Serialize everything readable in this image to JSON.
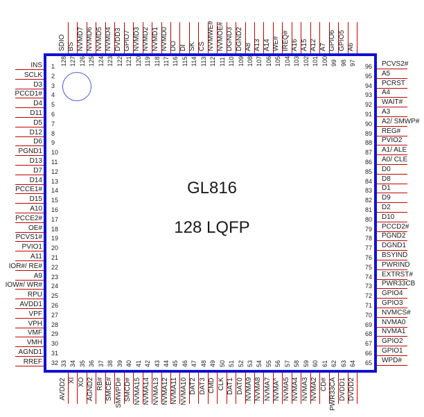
{
  "chip": {
    "name": "GL816",
    "package": "128 LQFP",
    "border_color": "#1010d0",
    "pin_line_color": "#c00000"
  },
  "pins": {
    "left": [
      {
        "n": "1",
        "label": "INS"
      },
      {
        "n": "2",
        "label": "SCLK"
      },
      {
        "n": "3",
        "label": "D3"
      },
      {
        "n": "4",
        "label": "PCCD1#"
      },
      {
        "n": "5",
        "label": "D4"
      },
      {
        "n": "6",
        "label": "D11"
      },
      {
        "n": "7",
        "label": "D5"
      },
      {
        "n": "8",
        "label": "D12"
      },
      {
        "n": "9",
        "label": "D6"
      },
      {
        "n": "10",
        "label": "PGND1"
      },
      {
        "n": "11",
        "label": "D13"
      },
      {
        "n": "12",
        "label": "D7"
      },
      {
        "n": "13",
        "label": "D14"
      },
      {
        "n": "14",
        "label": "PCCE1#"
      },
      {
        "n": "15",
        "label": "D15"
      },
      {
        "n": "16",
        "label": "A10"
      },
      {
        "n": "17",
        "label": "PCCE2#"
      },
      {
        "n": "18",
        "label": "OE#"
      },
      {
        "n": "19",
        "label": "PCVS1#"
      },
      {
        "n": "20",
        "label": "PVIO1"
      },
      {
        "n": "21",
        "label": "A11"
      },
      {
        "n": "22",
        "label": "IOR#/ RE#"
      },
      {
        "n": "23",
        "label": "A9"
      },
      {
        "n": "24",
        "label": "IOW#/ WR#"
      },
      {
        "n": "25",
        "label": "RPU"
      },
      {
        "n": "26",
        "label": "AVDD1"
      },
      {
        "n": "27",
        "label": "VPF"
      },
      {
        "n": "28",
        "label": "VPH"
      },
      {
        "n": "29",
        "label": "VMF"
      },
      {
        "n": "30",
        "label": "VMH"
      },
      {
        "n": "31",
        "label": "AGND1"
      },
      {
        "n": "32",
        "label": "RREF"
      }
    ],
    "bottom": [
      {
        "n": "33",
        "label": "AVDD2"
      },
      {
        "n": "34",
        "label": "XI"
      },
      {
        "n": "35",
        "label": "XO"
      },
      {
        "n": "36",
        "label": "AGND2"
      },
      {
        "n": "37",
        "label": "RB#"
      },
      {
        "n": "38",
        "label": "SMCE#"
      },
      {
        "n": "39",
        "label": "SMWPD#"
      },
      {
        "n": "40",
        "label": "SMCD#"
      },
      {
        "n": "41",
        "label": "NVMA15"
      },
      {
        "n": "42",
        "label": "NVMA14"
      },
      {
        "n": "43",
        "label": "NVMA13"
      },
      {
        "n": "44",
        "label": "NVMA12"
      },
      {
        "n": "45",
        "label": "NVMA11"
      },
      {
        "n": "46",
        "label": "NVMA10"
      },
      {
        "n": "47",
        "label": "DAT2"
      },
      {
        "n": "48",
        "label": "DAT3"
      },
      {
        "n": "49",
        "label": "CMD"
      },
      {
        "n": "50",
        "label": "CLK"
      },
      {
        "n": "51",
        "label": "DAT1"
      },
      {
        "n": "52",
        "label": "DAT0"
      },
      {
        "n": "53",
        "label": "NVMA9"
      },
      {
        "n": "54",
        "label": "NVMA8"
      },
      {
        "n": "55",
        "label": "NVMA7"
      },
      {
        "n": "56",
        "label": "NVMA^"
      },
      {
        "n": "57",
        "label": "NVMA5"
      },
      {
        "n": "58",
        "label": "NVMA4"
      },
      {
        "n": "59",
        "label": "NVMA3"
      },
      {
        "n": "60",
        "label": "NVMA2"
      },
      {
        "n": "61",
        "label": "CD#"
      },
      {
        "n": "62",
        "label": "PWR33CA"
      },
      {
        "n": "63",
        "label": "DVDD1"
      },
      {
        "n": "64",
        "label": "DVDD2"
      }
    ],
    "right": [
      {
        "n": "96",
        "label": "PCVS2#"
      },
      {
        "n": "95",
        "label": "A5"
      },
      {
        "n": "94",
        "label": "PCRST"
      },
      {
        "n": "93",
        "label": "A4"
      },
      {
        "n": "92",
        "label": "WAIT#"
      },
      {
        "n": "91",
        "label": "A3"
      },
      {
        "n": "90",
        "label": "A2/ SMWP#"
      },
      {
        "n": "89",
        "label": "REG#"
      },
      {
        "n": "88",
        "label": "PVIO2"
      },
      {
        "n": "87",
        "label": "A1/ ALE"
      },
      {
        "n": "86",
        "label": "A0/ CLE"
      },
      {
        "n": "85",
        "label": "D0"
      },
      {
        "n": "84",
        "label": "D8"
      },
      {
        "n": "83",
        "label": "D1"
      },
      {
        "n": "82",
        "label": "D9"
      },
      {
        "n": "81",
        "label": "D2"
      },
      {
        "n": "80",
        "label": "D10"
      },
      {
        "n": "79",
        "label": "PCCD2#"
      },
      {
        "n": "78",
        "label": "PGND2"
      },
      {
        "n": "77",
        "label": "DGND1"
      },
      {
        "n": "76",
        "label": "BSYIND"
      },
      {
        "n": "75",
        "label": "PWRIND"
      },
      {
        "n": "74",
        "label": "EXTRST#"
      },
      {
        "n": "73",
        "label": "PWR33CB"
      },
      {
        "n": "72",
        "label": "GPIO4"
      },
      {
        "n": "71",
        "label": "GPIO3"
      },
      {
        "n": "70",
        "label": "NVMCS#"
      },
      {
        "n": "69",
        "label": "NVMA0"
      },
      {
        "n": "68",
        "label": "NVMA1"
      },
      {
        "n": "67",
        "label": "GPIO2"
      },
      {
        "n": "66",
        "label": "GPIO1"
      },
      {
        "n": "65",
        "label": "WPD#"
      }
    ],
    "top": [
      {
        "n": "128",
        "label": "SDIO"
      },
      {
        "n": "127",
        "label": "BS"
      },
      {
        "n": "126",
        "label": "NVMD7"
      },
      {
        "n": "125",
        "label": "NVMD6"
      },
      {
        "n": "124",
        "label": "NVMD5"
      },
      {
        "n": "123",
        "label": "NVMD4"
      },
      {
        "n": "122",
        "label": "DVDD3"
      },
      {
        "n": "121",
        "label": "GPIO7"
      },
      {
        "n": "120",
        "label": "NVMD3"
      },
      {
        "n": "119",
        "label": "NVMD2"
      },
      {
        "n": "118",
        "label": "NVMD1"
      },
      {
        "n": "117",
        "label": "NVMD0"
      },
      {
        "n": "116",
        "label": "DO"
      },
      {
        "n": "115",
        "label": "DI"
      },
      {
        "n": "114",
        "label": "SK"
      },
      {
        "n": "113",
        "label": "CS"
      },
      {
        "n": "112",
        "label": "NVMWE#"
      },
      {
        "n": "111",
        "label": "NVMOE#"
      },
      {
        "n": "110",
        "label": "DGND3"
      },
      {
        "n": "109",
        "label": "DGND2"
      },
      {
        "n": "108",
        "label": "A8"
      },
      {
        "n": "107",
        "label": "A13"
      },
      {
        "n": "106",
        "label": "A14"
      },
      {
        "n": "105",
        "label": "WE#"
      },
      {
        "n": "104",
        "label": "IREQ#"
      },
      {
        "n": "103",
        "label": "A16"
      },
      {
        "n": "102",
        "label": "A15"
      },
      {
        "n": "101",
        "label": "A12"
      },
      {
        "n": "100",
        "label": "A7"
      },
      {
        "n": "99",
        "label": "GPIO6"
      },
      {
        "n": "98",
        "label": "GPIO5"
      },
      {
        "n": "97",
        "label": "A6"
      }
    ]
  }
}
